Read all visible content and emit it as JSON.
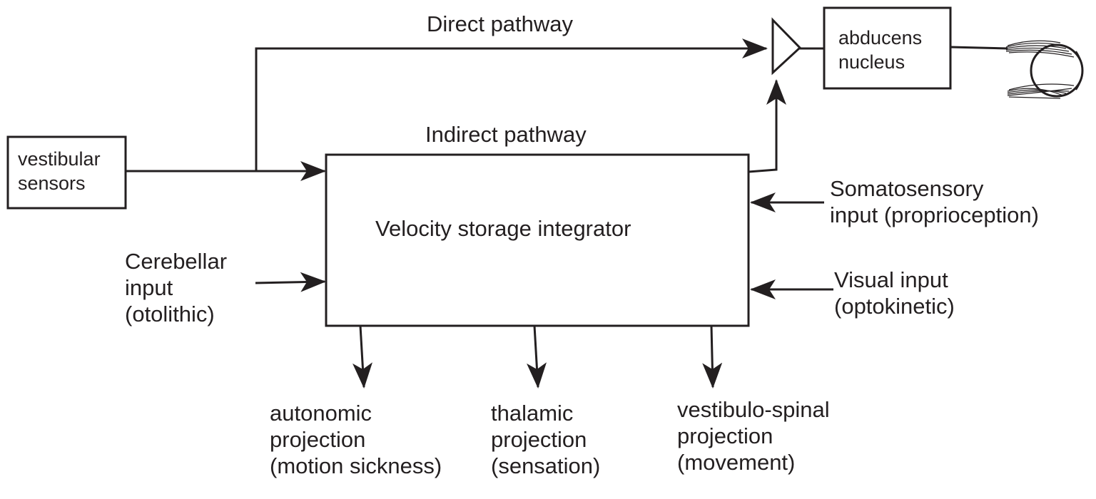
{
  "pathways": {
    "direct": "Direct pathway",
    "indirect": "Indirect pathway"
  },
  "boxes": {
    "sensors": [
      "vestibular",
      "sensors"
    ],
    "abducens": [
      "abducens",
      "nucleus"
    ],
    "integrator": "Velocity storage integrator"
  },
  "inputs": {
    "cerebellar": [
      "Cerebellar",
      "input",
      "(otolithic)"
    ],
    "somatosensory": [
      "Somatosensory",
      "input (proprioception)"
    ],
    "visual": [
      "Visual input",
      "(optokinetic)"
    ]
  },
  "outputs": {
    "autonomic": [
      "autonomic",
      "projection",
      "(motion sickness)"
    ],
    "thalamic": [
      "thalamic",
      "projection",
      "(sensation)"
    ],
    "vestibulospinal": [
      "vestibulo-spinal",
      "projection",
      "(movement)"
    ]
  },
  "icons": [
    "eye-icon",
    "amplifier-triangle-icon",
    "arrowhead-icon"
  ],
  "colors": {
    "ink": "#231f20",
    "background": "#ffffff"
  }
}
